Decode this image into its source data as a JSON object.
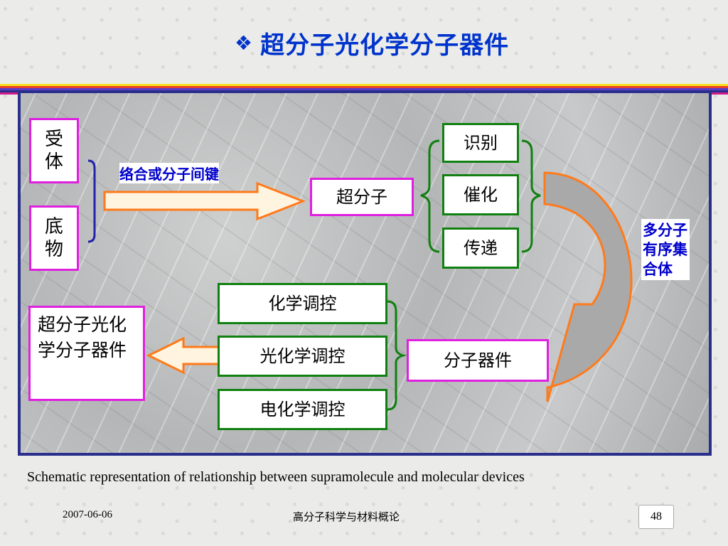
{
  "slide": {
    "title": "超分子光化学分子器件",
    "title_bullet_icon": "diamond-bullet-icon"
  },
  "diagram": {
    "acceptor": "受体",
    "substrate": "底物",
    "bond_label": "络合或分子间键",
    "supramolecule": "超分子",
    "functions": [
      "识别",
      "催化",
      "传递"
    ],
    "ordered_assembly": "多分子有序集合体",
    "molecular_device": "分子器件",
    "controls": [
      "化学调控",
      "光化学调控",
      "电化学调控"
    ],
    "photochem_device": "超分子光化学分子器件"
  },
  "caption": "Schematic representation of relationship between supramolecule and molecular devices",
  "footer": {
    "date": "2007-06-06",
    "course": "高分子科学与材料概论",
    "page": "48"
  },
  "colors": {
    "title": "#0033cc",
    "panel_border": "#2a2f8c",
    "pink_border": "#e020e0",
    "green_border": "#108010",
    "brace": "#2222aa",
    "arrow_outline": "#ff7a1a",
    "label_blue": "#0000cc"
  }
}
